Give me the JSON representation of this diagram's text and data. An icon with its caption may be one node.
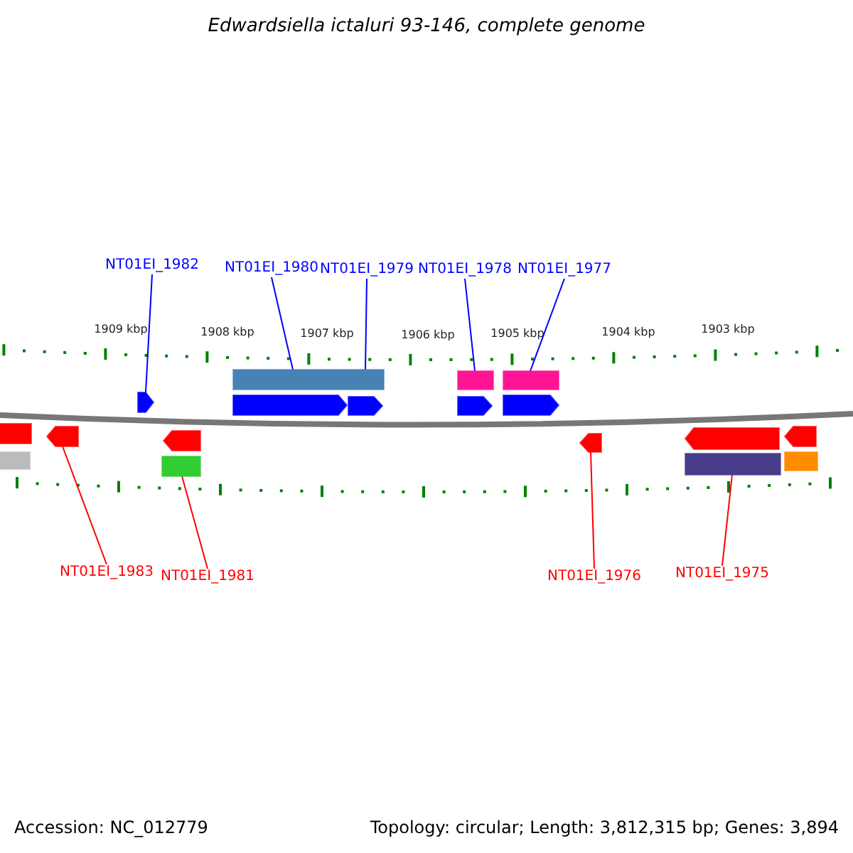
{
  "diagram": {
    "title": "Edwardsiella ictaluri 93-146, complete genome",
    "nodes": [
      {
        "text": [
          "NT01EI_1982"
        ]
      },
      {
        "text": [
          "NT01EI_1980"
        ]
      },
      {
        "text": [
          "NT01EI_1979"
        ]
      },
      {
        "text": [
          "NT01EI_1978"
        ]
      },
      {
        "text": [
          "NT01EI_1977"
        ]
      },
      {
        "text": [],
        "shape": "bar"
      },
      {
        "text": [],
        "shape": "bar"
      },
      {
        "text": [],
        "shape": "bar"
      },
      {
        "text": [],
        "shape": "arrow"
      },
      {
        "text": [],
        "shape": "arrow"
      },
      {
        "text": [],
        "shape": "arrow"
      },
      {
        "text": [],
        "shape": "arrow"
      },
      {
        "text": [],
        "shape": "arrow"
      },
      {
        "text": [],
        "shape": "bar"
      },
      {
        "text": [],
        "shape": "arrow"
      },
      {
        "text": [],
        "shape": "arrow"
      },
      {
        "text": [],
        "shape": "arrow"
      },
      {
        "text": [],
        "shape": "arrow"
      },
      {
        "text": [],
        "shape": "arrow"
      },
      {
        "text": [],
        "shape": "bar"
      },
      {
        "text": [],
        "shape": "bar"
      },
      {
        "text": [],
        "shape": "bar"
      },
      {
        "text": [],
        "shape": "bar"
      },
      {
        "text": [
          "NT01EI_1983"
        ]
      },
      {
        "text": [
          "NT01EI_1981"
        ]
      },
      {
        "text": [
          "NT01EI_1976"
        ]
      },
      {
        "text": [
          "NT01EI_1975"
        ]
      }
    ],
    "edges": [
      {
        "from": 0,
        "to": 8,
        "arrow": "none"
      },
      {
        "from": 1,
        "to": 5,
        "arrow": "none"
      },
      {
        "from": 2,
        "to": 5,
        "arrow": "none"
      },
      {
        "from": 3,
        "to": 6,
        "arrow": "none"
      },
      {
        "from": 4,
        "to": 7,
        "arrow": "none"
      },
      {
        "from": 23,
        "to": 14,
        "arrow": "none",
        "color": "#ff0000"
      },
      {
        "from": 24,
        "to": 20,
        "arrow": "none",
        "color": "#ff0000"
      },
      {
        "from": 25,
        "to": 16,
        "arrow": "none",
        "color": "#ff0000"
      },
      {
        "from": 26,
        "to": 21,
        "arrow": "none",
        "color": "#ff0000"
      }
    ],
    "labels": [
      "1909 kbp",
      "1908 kbp",
      "1907 kbp",
      "1906 kbp",
      "1905 kbp",
      "1904 kbp",
      "1903 kbp",
      "Accession: NC_012779",
      "Topology: circular; Length: 3,812,315 bp; Genes: 3,894"
    ]
  }
}
